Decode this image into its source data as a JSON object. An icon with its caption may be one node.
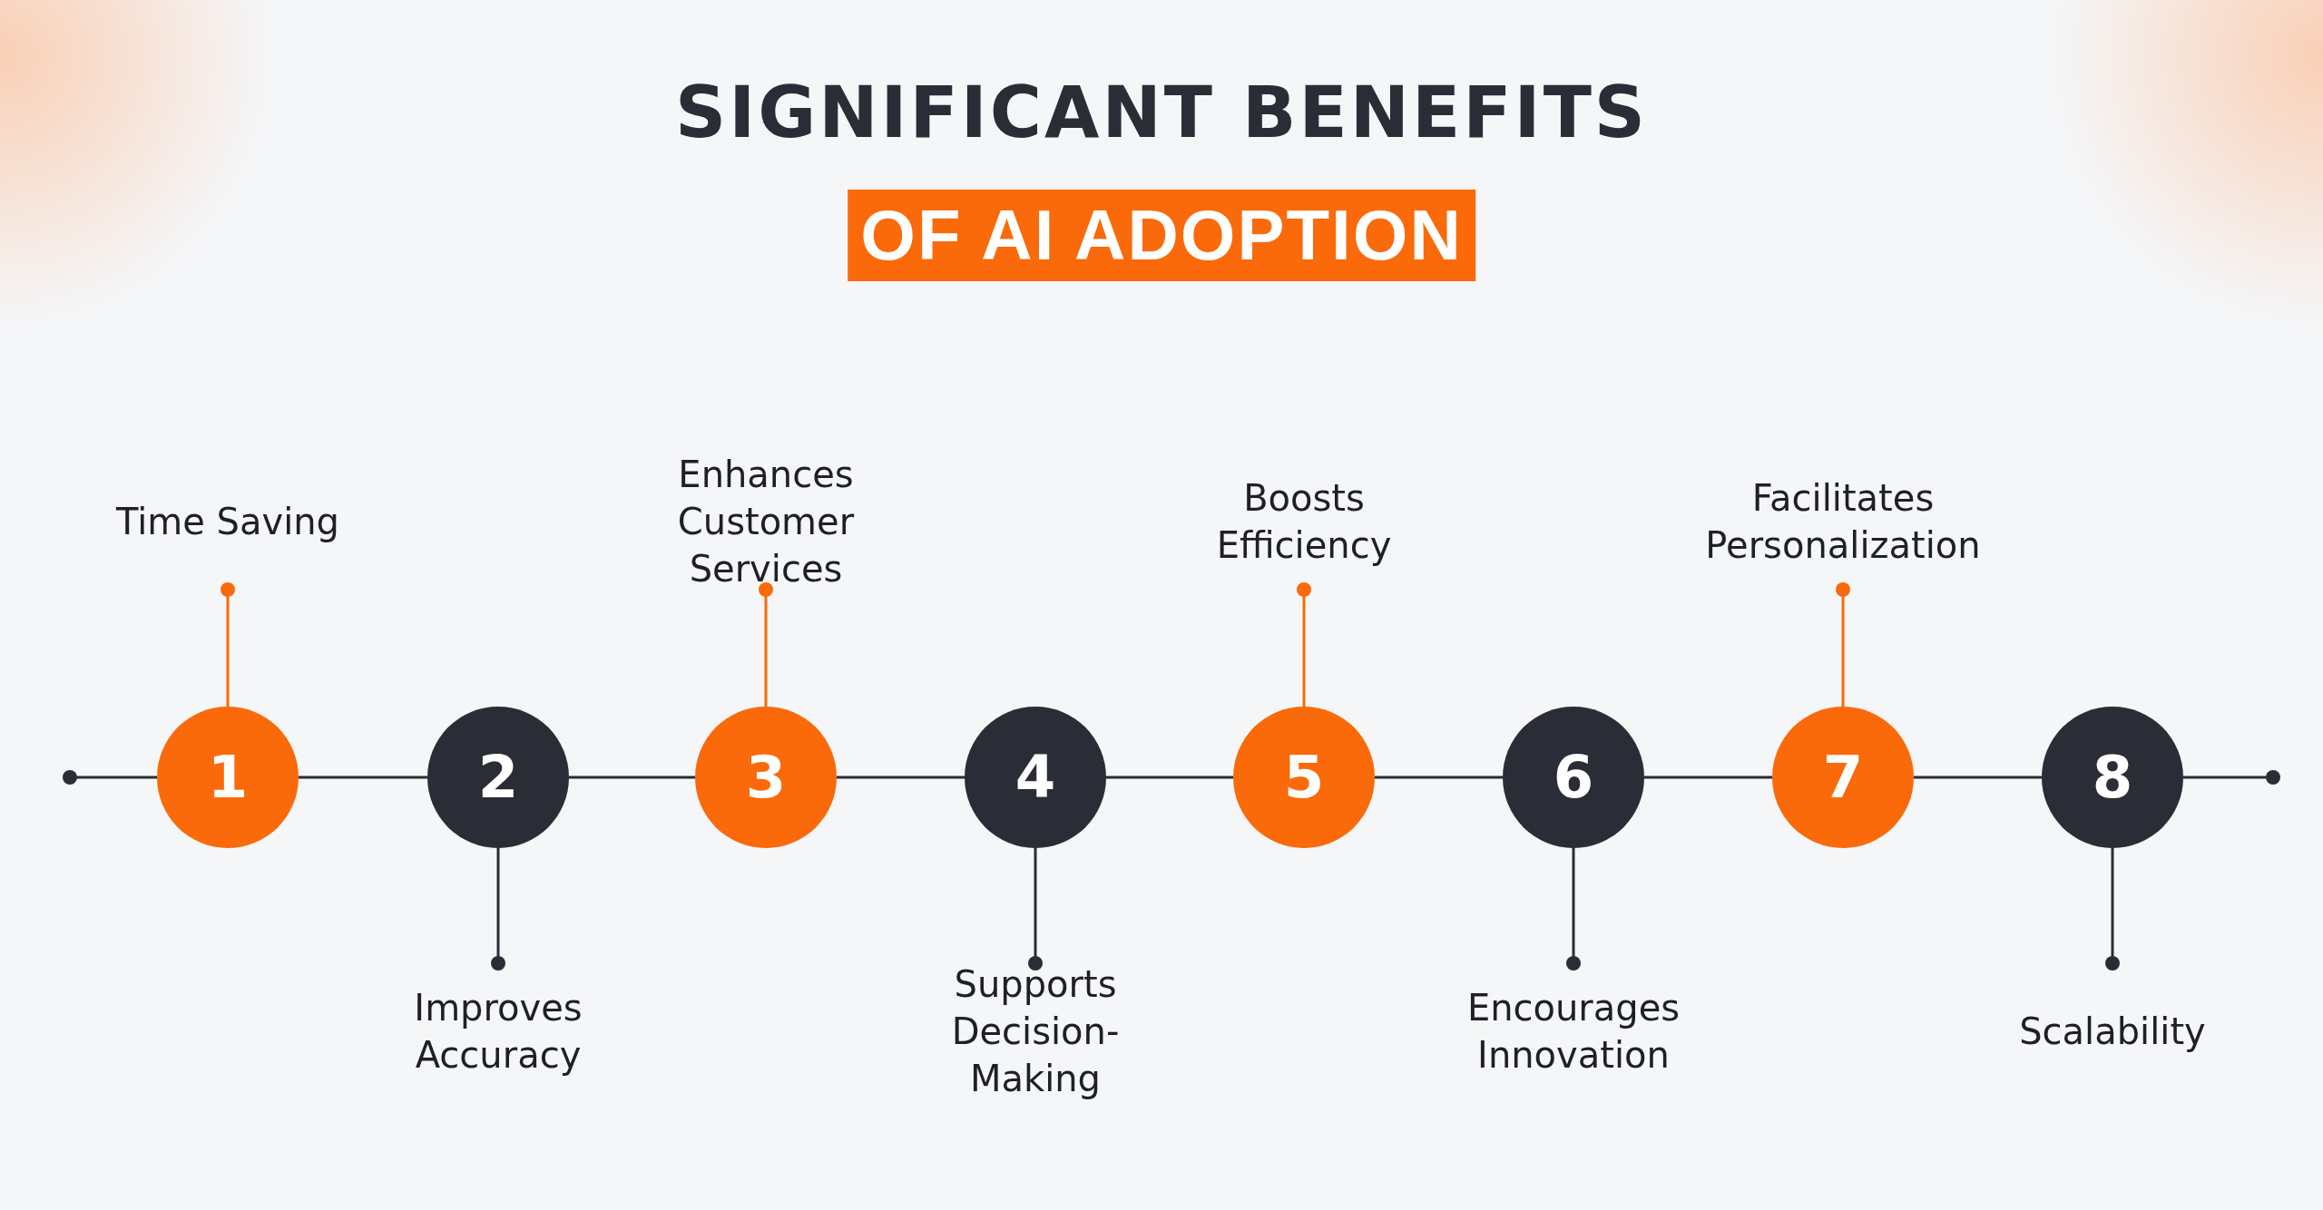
{
  "diagram": {
    "title": "SIGNIFICANT BENEFITS",
    "nodes": [
      {
        "text": [
          "1"
        ]
      },
      {
        "text": [
          "2"
        ]
      },
      {
        "text": [
          "3"
        ]
      },
      {
        "text": [
          "4"
        ]
      },
      {
        "text": [
          "5"
        ]
      },
      {
        "text": [
          "6"
        ]
      },
      {
        "text": [
          "7"
        ]
      },
      {
        "text": [
          "8"
        ]
      },
      {
        "text": [
          "Time Saving"
        ]
      },
      {
        "text": [
          "Improves Accuracy"
        ]
      },
      {
        "text": [
          "Enhances Customer Services"
        ]
      },
      {
        "text": [
          "Supports Decision-Making"
        ]
      },
      {
        "text": [
          "Boosts Efficiency"
        ]
      },
      {
        "text": [
          "Encourages Innovation"
        ]
      },
      {
        "text": [
          "Facilitates Personalization"
        ]
      },
      {
        "text": [
          "Scalability"
        ]
      }
    ],
    "edges": [
      {
        "from": null,
        "to": 0,
        "arrow": "other"
      },
      {
        "from": 0,
        "to": 1,
        "arrow": "none"
      },
      {
        "from": 1,
        "to": 2,
        "arrow": "none"
      },
      {
        "from": 2,
        "to": 3,
        "arrow": "none"
      },
      {
        "from": 3,
        "to": 4,
        "arrow": "none"
      },
      {
        "from": 4,
        "to": 5,
        "arrow": "none"
      },
      {
        "from": 5,
        "to": 6,
        "arrow": "none"
      },
      {
        "from": 6,
        "to": 7,
        "arrow": "none"
      },
      {
        "from": 7,
        "to": null,
        "arrow": "other"
      },
      {
        "from": 8,
        "to": 0,
        "arrow": "other",
        "color": "#fa6a0a"
      },
      {
        "from": 9,
        "to": 1,
        "arrow": "other"
      },
      {
        "from": 10,
        "to": 2,
        "arrow": "other",
        "color": "#fa6a0a"
      },
      {
        "from": 11,
        "to": 3,
        "arrow": "other"
      },
      {
        "from": 12,
        "to": 4,
        "arrow": "other",
        "color": "#fa6a0a"
      },
      {
        "from": 13,
        "to": 5,
        "arrow": "other"
      },
      {
        "from": 14,
        "to": 6,
        "arrow": "other",
        "color": "#fa6a0a"
      },
      {
        "from": 15,
        "to": 7,
        "arrow": "other"
      }
    ],
    "labels": [
      "OF AI ADOPTION"
    ]
  }
}
